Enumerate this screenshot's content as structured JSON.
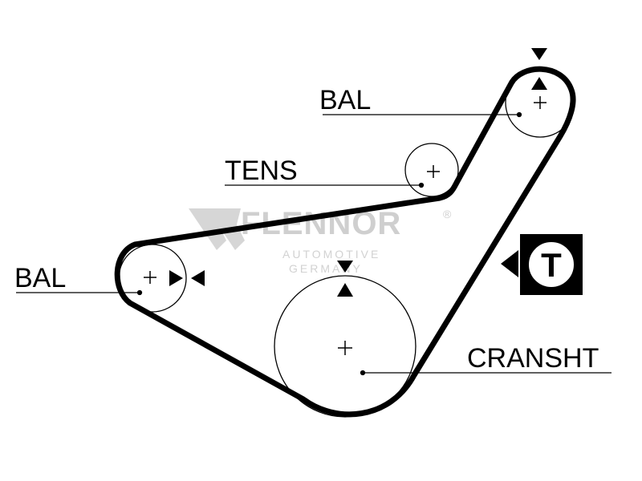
{
  "labels": {
    "bal_top": "BAL",
    "tens": "TENS",
    "bal_left": "BAL",
    "crankshaft": "CRANSHT",
    "timing_marker": "T"
  },
  "watermark": {
    "brand": "FLENNOR",
    "registered": "®",
    "tagline_line1": "AUTOMOTIVE",
    "tagline_line2": "GERMANY"
  },
  "colors": {
    "belt": "#000000",
    "watermark": "#cfcfcf",
    "background": "#ffffff"
  },
  "icons": {
    "marker": "timing-mark-arrow-icon",
    "badge": "timing-T-badge-icon"
  }
}
